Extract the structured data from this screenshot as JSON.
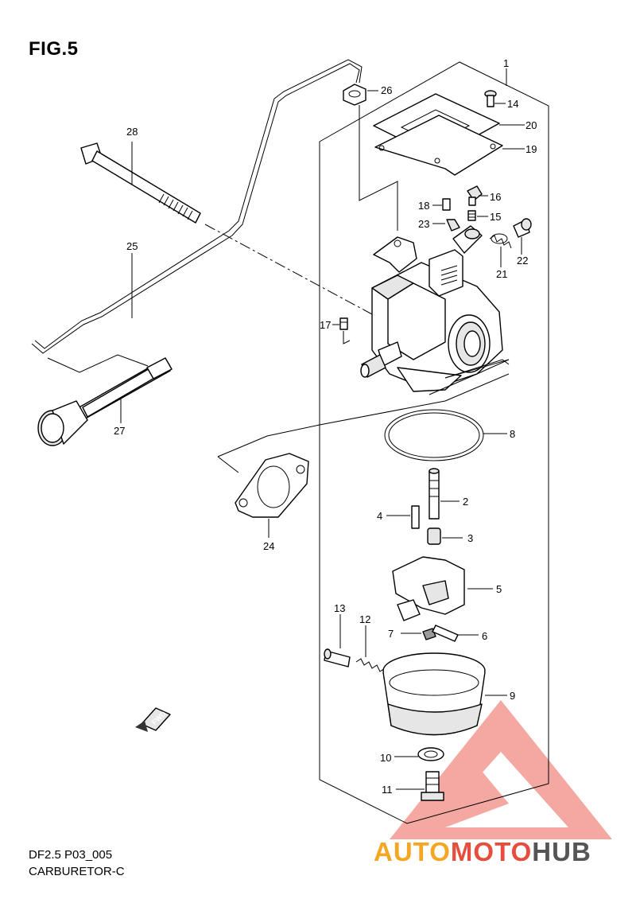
{
  "figure": {
    "title": "FIG.5",
    "model_code": "DF2.5 P03_005",
    "section_name": "CARBURETOR-C",
    "fwd_label": "FWD"
  },
  "callouts": [
    "1",
    "2",
    "3",
    "4",
    "5",
    "6",
    "7",
    "8",
    "9",
    "10",
    "11",
    "12",
    "13",
    "14",
    "15",
    "16",
    "17",
    "18",
    "19",
    "20",
    "21",
    "22",
    "23",
    "24",
    "25",
    "26",
    "27",
    "28"
  ],
  "watermark": {
    "part_a": "AUTO",
    "part_b": "MOTO",
    "part_c": "HUB",
    "colors": {
      "auto": "#f5a623",
      "moto": "#e74c3c",
      "hub": "#555555",
      "logo": "#f28b82"
    }
  },
  "colors": {
    "line": "#000000",
    "background": "#ffffff"
  }
}
